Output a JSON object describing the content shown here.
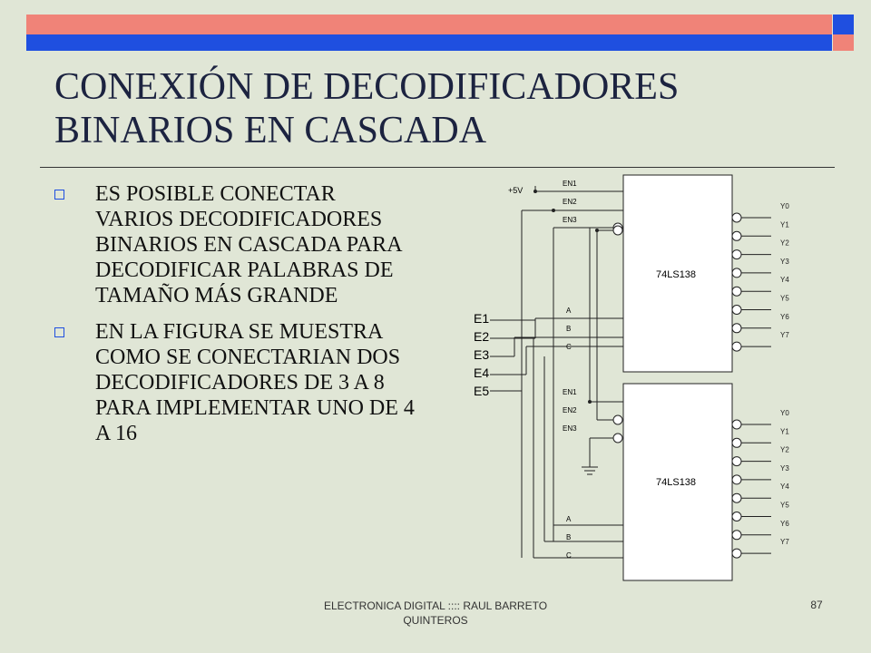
{
  "slide": {
    "title": "CONEXIÓN DE DECODIFICADORES BINARIOS EN CASCADA",
    "bullets": [
      "ES POSIBLE CONECTAR VARIOS DECODIFICADORES BINARIOS EN CASCADA PARA DECODIFICAR PALABRAS DE TAMAÑO MÁS GRANDE",
      "EN LA FIGURA SE MUESTRA COMO SE CONECTARIAN DOS DECODIFICADORES DE 3 A 8 PARA IMPLEMENTAR UNO DE 4 A 16"
    ],
    "footer": "ELECTRONICA  DIGITAL  :::: RAUL BARRETO QUINTEROS",
    "page_number": "87"
  },
  "diagram": {
    "supply_label": "+5V",
    "chip_label": "74LS138",
    "enable_pins": [
      "EN1",
      "EN2",
      "EN3"
    ],
    "select_pins": [
      "A",
      "B",
      "C"
    ],
    "outputs": [
      "Y0",
      "Y1",
      "Y2",
      "Y3",
      "Y4",
      "Y5",
      "Y6",
      "Y7"
    ],
    "inputs": [
      "E1",
      "E2",
      "E3",
      "E4",
      "E5"
    ]
  },
  "colors": {
    "background": "#e0e6d6",
    "accent_red": "#f08378",
    "accent_blue": "#1f4fe0",
    "title_text": "#1c2340"
  }
}
